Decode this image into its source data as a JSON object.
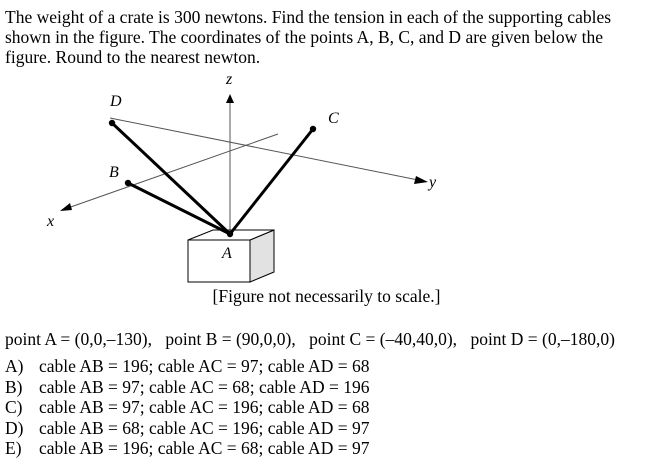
{
  "question": {
    "text": "The weight of a crate is 300 newtons. Find the tension in each of the supporting cables shown in the figure. The coordinates of the points A, B, C, and D are given below the figure. Round to the nearest newton."
  },
  "figure": {
    "axis_labels": {
      "z": "z",
      "y": "y",
      "x": "x"
    },
    "point_labels": {
      "A": "A",
      "B": "B",
      "C": "C",
      "D": "D"
    },
    "caption": "[Figure not necessarily to scale.]"
  },
  "points": [
    "point A = (0,0,–130),",
    "point B = (90,0,0),",
    "point C = (–40,40,0),",
    "point D = (0,–180,0)"
  ],
  "choices": [
    {
      "letter": "A)",
      "text": "cable AB = 196; cable AC = 97; cable AD = 68"
    },
    {
      "letter": "B)",
      "text": "cable AB = 97; cable AC = 68; cable AD = 196"
    },
    {
      "letter": "C)",
      "text": "cable AB = 97; cable AC = 196; cable AD = 68"
    },
    {
      "letter": "D)",
      "text": "cable AB = 68; cable AC = 196; cable AD = 97"
    },
    {
      "letter": "E)",
      "text": "cable AB = 196; cable AC = 68; cable AD = 97"
    }
  ]
}
